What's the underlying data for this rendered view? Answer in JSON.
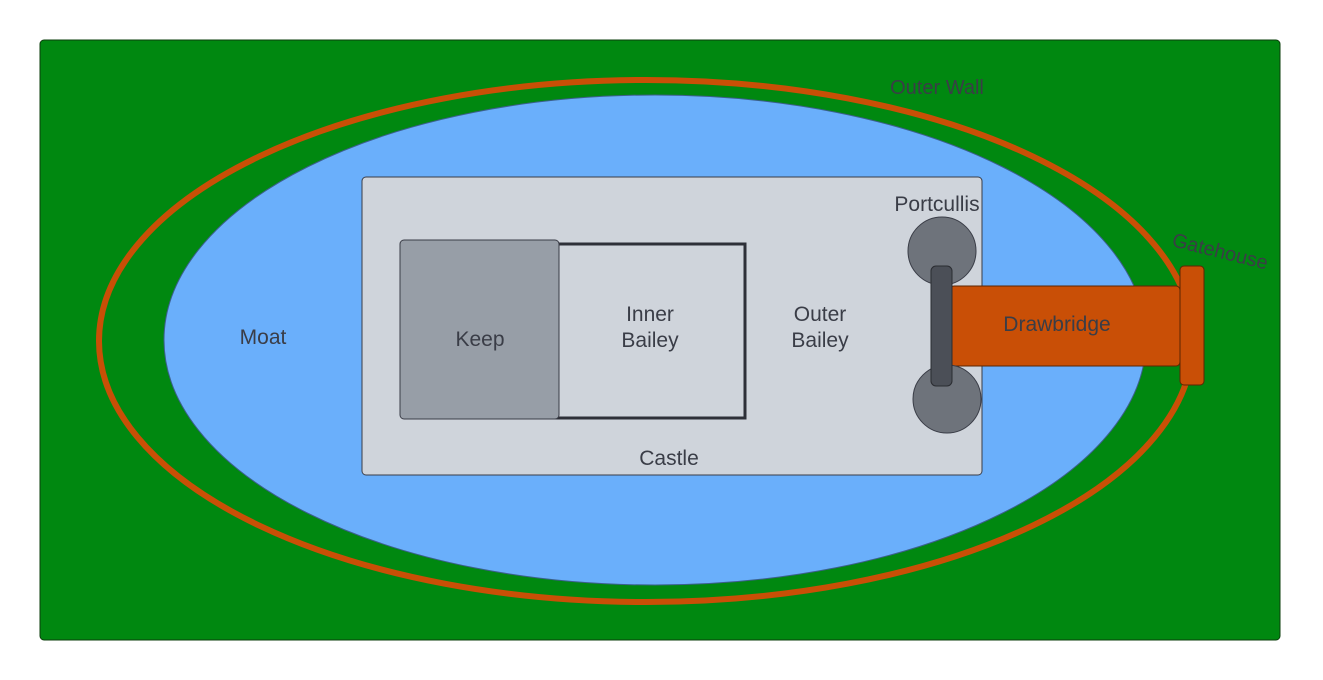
{
  "labels": {
    "outer_wall": "Outer Wall",
    "gatehouse": "Gatehouse",
    "moat": "Moat",
    "castle": "Castle",
    "keep": "Keep",
    "inner_bailey_line1": "Inner",
    "inner_bailey_line2": "Bailey",
    "outer_bailey_line1": "Outer",
    "outer_bailey_line2": "Bailey",
    "portcullis": "Portcullis",
    "drawbridge": "Drawbridge"
  },
  "colors": {
    "grounds": "#008810",
    "wall": "#c94f06",
    "moat": "#6aaffb",
    "castle": "#cfd4db",
    "keep": "#979ea7",
    "portcullis": "#6e737b",
    "drawbridge": "#c94f06",
    "text": "#3a3d47"
  }
}
